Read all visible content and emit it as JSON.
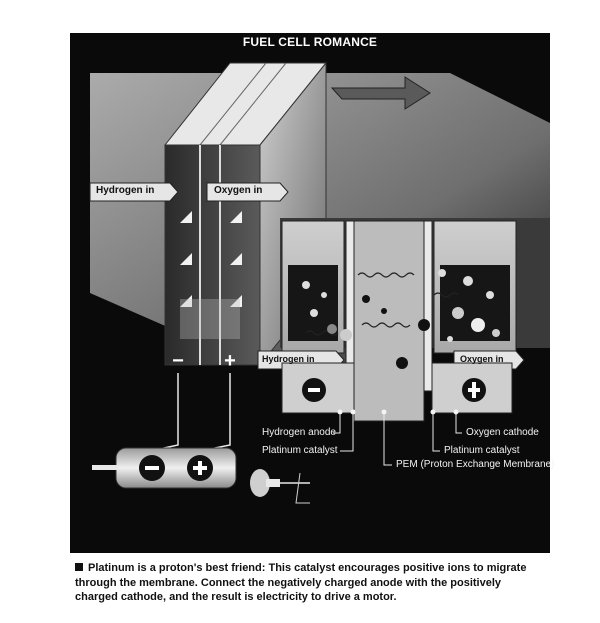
{
  "title": "FUEL CELL ROMANCE",
  "labels": {
    "hydrogen_in_left": "Hydrogen in",
    "oxygen_in_left": "Oxygen in",
    "hydrogen_in_right": "Hydrogen in",
    "oxygen_in_right": "Oxygen in",
    "hydrogen_anode": "Hydrogen anode",
    "platinum_catalyst_left": "Platinum catalyst",
    "oxygen_cathode": "Oxygen cathode",
    "platinum_catalyst_right": "Platinum catalyst",
    "pem": "PEM (Proton Exchange Membrane)"
  },
  "symbols": {
    "minus": "−",
    "plus": "+"
  },
  "caption": "Platinum is a proton's best friend: This catalyst encourages positive ions to migrate through the membrane. Connect the negatively charged anode with the positively charged cathode, and the result is electricity to drive a motor.",
  "colors": {
    "background": "#0a0a0a",
    "cell_light": "#d8d8d8",
    "cell_dark": "#1a1a1a",
    "label_fill": "#e6e6e6"
  }
}
